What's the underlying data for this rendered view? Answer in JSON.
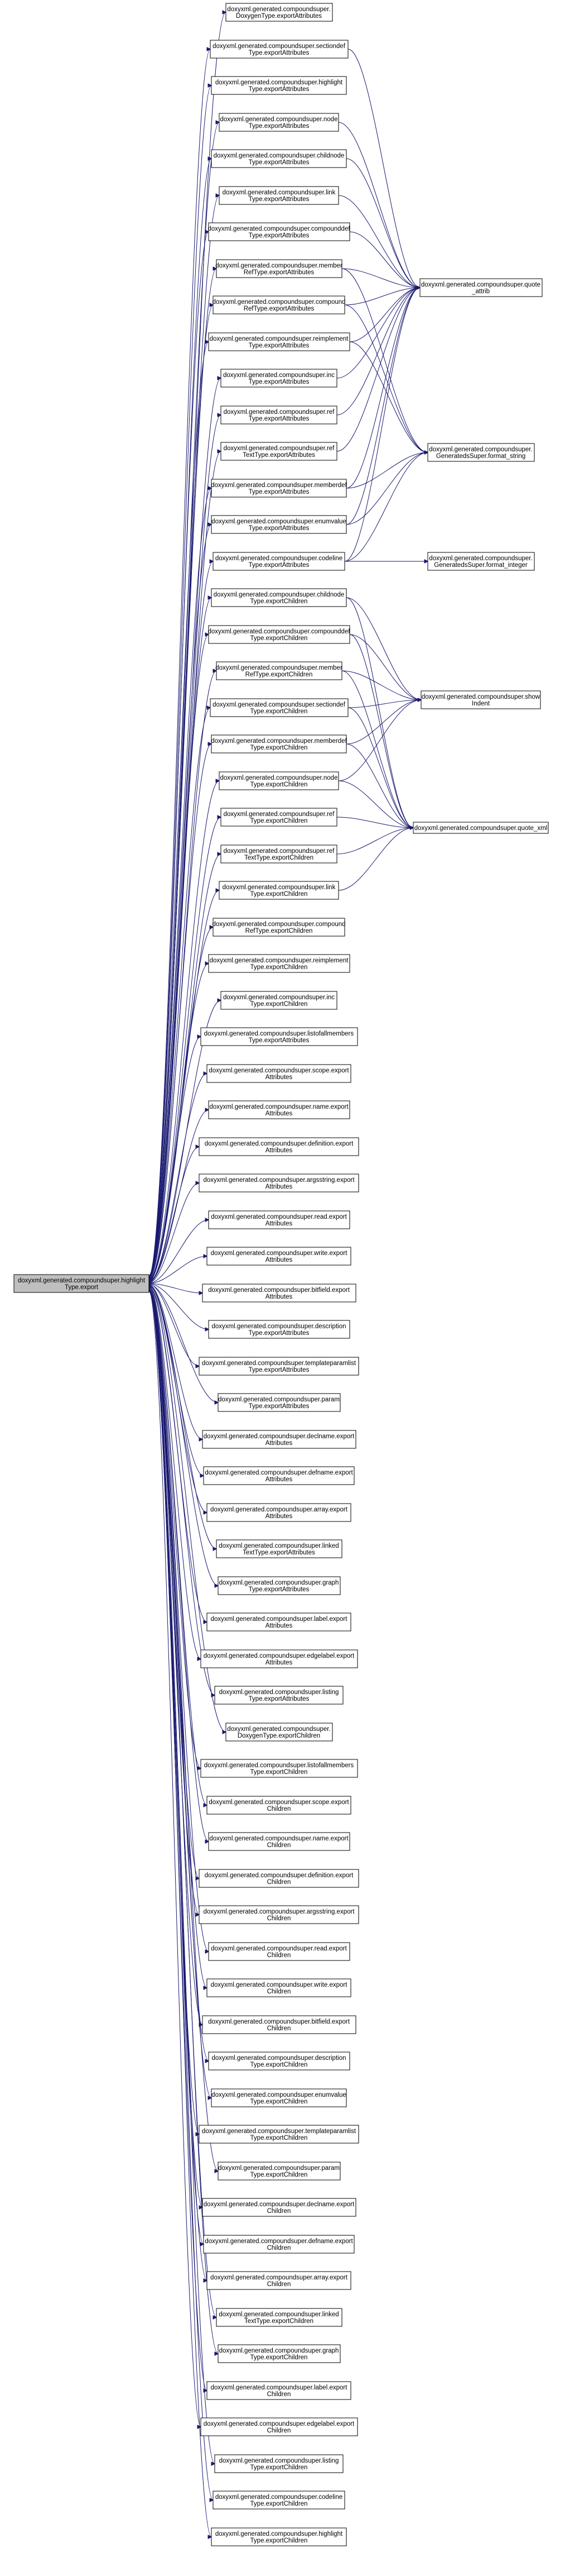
{
  "root": {
    "lines": [
      "doxyxml.generated.compoundsuper.highlight",
      "Type.export"
    ]
  },
  "targets": [
    {
      "lines": [
        "doxyxml.generated.compoundsuper.",
        "DoxygenType.exportAttributes"
      ]
    },
    {
      "lines": [
        "doxyxml.generated.compoundsuper.sectiondef",
        "Type.exportAttributes"
      ]
    },
    {
      "lines": [
        "doxyxml.generated.compoundsuper.highlight",
        "Type.exportAttributes"
      ]
    },
    {
      "lines": [
        "doxyxml.generated.compoundsuper.node",
        "Type.exportAttributes"
      ]
    },
    {
      "lines": [
        "doxyxml.generated.compoundsuper.childnode",
        "Type.exportAttributes"
      ]
    },
    {
      "lines": [
        "doxyxml.generated.compoundsuper.link",
        "Type.exportAttributes"
      ]
    },
    {
      "lines": [
        "doxyxml.generated.compoundsuper.compounddef",
        "Type.exportAttributes"
      ]
    },
    {
      "lines": [
        "doxyxml.generated.compoundsuper.member",
        "RefType.exportAttributes"
      ]
    },
    {
      "lines": [
        "doxyxml.generated.compoundsuper.compound",
        "RefType.exportAttributes"
      ]
    },
    {
      "lines": [
        "doxyxml.generated.compoundsuper.reimplement",
        "Type.exportAttributes"
      ]
    },
    {
      "lines": [
        "doxyxml.generated.compoundsuper.inc",
        "Type.exportAttributes"
      ]
    },
    {
      "lines": [
        "doxyxml.generated.compoundsuper.ref",
        "Type.exportAttributes"
      ]
    },
    {
      "lines": [
        "doxyxml.generated.compoundsuper.ref",
        "TextType.exportAttributes"
      ]
    },
    {
      "lines": [
        "doxyxml.generated.compoundsuper.memberdef",
        "Type.exportAttributes"
      ]
    },
    {
      "lines": [
        "doxyxml.generated.compoundsuper.enumvalue",
        "Type.exportAttributes"
      ]
    },
    {
      "lines": [
        "doxyxml.generated.compoundsuper.codeline",
        "Type.exportAttributes"
      ]
    },
    {
      "lines": [
        "doxyxml.generated.compoundsuper.childnode",
        "Type.exportChildren"
      ]
    },
    {
      "lines": [
        "doxyxml.generated.compoundsuper.compounddef",
        "Type.exportChildren"
      ]
    },
    {
      "lines": [
        "doxyxml.generated.compoundsuper.member",
        "RefType.exportChildren"
      ]
    },
    {
      "lines": [
        "doxyxml.generated.compoundsuper.sectiondef",
        "Type.exportChildren"
      ]
    },
    {
      "lines": [
        "doxyxml.generated.compoundsuper.memberdef",
        "Type.exportChildren"
      ]
    },
    {
      "lines": [
        "doxyxml.generated.compoundsuper.node",
        "Type.exportChildren"
      ]
    },
    {
      "lines": [
        "doxyxml.generated.compoundsuper.ref",
        "Type.exportChildren"
      ]
    },
    {
      "lines": [
        "doxyxml.generated.compoundsuper.ref",
        "TextType.exportChildren"
      ]
    },
    {
      "lines": [
        "doxyxml.generated.compoundsuper.link",
        "Type.exportChildren"
      ]
    },
    {
      "lines": [
        "doxyxml.generated.compoundsuper.compound",
        "RefType.exportChildren"
      ]
    },
    {
      "lines": [
        "doxyxml.generated.compoundsuper.reimplement",
        "Type.exportChildren"
      ]
    },
    {
      "lines": [
        "doxyxml.generated.compoundsuper.inc",
        "Type.exportChildren"
      ]
    },
    {
      "lines": [
        "doxyxml.generated.compoundsuper.listofallmembers",
        "Type.exportAttributes"
      ]
    },
    {
      "lines": [
        "doxyxml.generated.compoundsuper.scope.export",
        "Attributes"
      ]
    },
    {
      "lines": [
        "doxyxml.generated.compoundsuper.name.export",
        "Attributes"
      ]
    },
    {
      "lines": [
        "doxyxml.generated.compoundsuper.definition.export",
        "Attributes"
      ]
    },
    {
      "lines": [
        "doxyxml.generated.compoundsuper.argsstring.export",
        "Attributes"
      ]
    },
    {
      "lines": [
        "doxyxml.generated.compoundsuper.read.export",
        "Attributes"
      ]
    },
    {
      "lines": [
        "doxyxml.generated.compoundsuper.write.export",
        "Attributes"
      ]
    },
    {
      "lines": [
        "doxyxml.generated.compoundsuper.bitfield.export",
        "Attributes"
      ]
    },
    {
      "lines": [
        "doxyxml.generated.compoundsuper.description",
        "Type.exportAttributes"
      ]
    },
    {
      "lines": [
        "doxyxml.generated.compoundsuper.templateparamlist",
        "Type.exportAttributes"
      ]
    },
    {
      "lines": [
        "doxyxml.generated.compoundsuper.param",
        "Type.exportAttributes"
      ]
    },
    {
      "lines": [
        "doxyxml.generated.compoundsuper.declname.export",
        "Attributes"
      ]
    },
    {
      "lines": [
        "doxyxml.generated.compoundsuper.defname.export",
        "Attributes"
      ]
    },
    {
      "lines": [
        "doxyxml.generated.compoundsuper.array.export",
        "Attributes"
      ]
    },
    {
      "lines": [
        "doxyxml.generated.compoundsuper.linked",
        "TextType.exportAttributes"
      ]
    },
    {
      "lines": [
        "doxyxml.generated.compoundsuper.graph",
        "Type.exportAttributes"
      ]
    },
    {
      "lines": [
        "doxyxml.generated.compoundsuper.label.export",
        "Attributes"
      ]
    },
    {
      "lines": [
        "doxyxml.generated.compoundsuper.edgelabel.export",
        "Attributes"
      ]
    },
    {
      "lines": [
        "doxyxml.generated.compoundsuper.listing",
        "Type.exportAttributes"
      ]
    },
    {
      "lines": [
        "doxyxml.generated.compoundsuper.",
        "DoxygenType.exportChildren"
      ]
    },
    {
      "lines": [
        "doxyxml.generated.compoundsuper.listofallmembers",
        "Type.exportChildren"
      ]
    },
    {
      "lines": [
        "doxyxml.generated.compoundsuper.scope.export",
        "Children"
      ]
    },
    {
      "lines": [
        "doxyxml.generated.compoundsuper.name.export",
        "Children"
      ]
    },
    {
      "lines": [
        "doxyxml.generated.compoundsuper.definition.export",
        "Children"
      ]
    },
    {
      "lines": [
        "doxyxml.generated.compoundsuper.argsstring.export",
        "Children"
      ]
    },
    {
      "lines": [
        "doxyxml.generated.compoundsuper.read.export",
        "Children"
      ]
    },
    {
      "lines": [
        "doxyxml.generated.compoundsuper.write.export",
        "Children"
      ]
    },
    {
      "lines": [
        "doxyxml.generated.compoundsuper.bitfield.export",
        "Children"
      ]
    },
    {
      "lines": [
        "doxyxml.generated.compoundsuper.description",
        "Type.exportChildren"
      ]
    },
    {
      "lines": [
        "doxyxml.generated.compoundsuper.enumvalue",
        "Type.exportChildren"
      ]
    },
    {
      "lines": [
        "doxyxml.generated.compoundsuper.templateparamlist",
        "Type.exportChildren"
      ]
    },
    {
      "lines": [
        "doxyxml.generated.compoundsuper.param",
        "Type.exportChildren"
      ]
    },
    {
      "lines": [
        "doxyxml.generated.compoundsuper.declname.export",
        "Children"
      ]
    },
    {
      "lines": [
        "doxyxml.generated.compoundsuper.defname.export",
        "Children"
      ]
    },
    {
      "lines": [
        "doxyxml.generated.compoundsuper.array.export",
        "Children"
      ]
    },
    {
      "lines": [
        "doxyxml.generated.compoundsuper.linked",
        "TextType.exportChildren"
      ]
    },
    {
      "lines": [
        "doxyxml.generated.compoundsuper.graph",
        "Type.exportChildren"
      ]
    },
    {
      "lines": [
        "doxyxml.generated.compoundsuper.label.export",
        "Children"
      ]
    },
    {
      "lines": [
        "doxyxml.generated.compoundsuper.edgelabel.export",
        "Children"
      ]
    },
    {
      "lines": [
        "doxyxml.generated.compoundsuper.listing",
        "Type.exportChildren"
      ]
    },
    {
      "lines": [
        "doxyxml.generated.compoundsuper.codeline",
        "Type.exportChildren"
      ]
    },
    {
      "lines": [
        "doxyxml.generated.compoundsuper.highlight",
        "Type.exportChildren"
      ]
    }
  ],
  "helpers": [
    {
      "key": "quote_attrib",
      "lines": [
        "doxyxml.generated.compoundsuper.quote",
        "_attrib"
      ]
    },
    {
      "key": "format_string",
      "lines": [
        "doxyxml.generated.compoundsuper.",
        "GeneratedsSuper.format_string"
      ]
    },
    {
      "key": "format_integer",
      "lines": [
        "doxyxml.generated.compoundsuper.",
        "GeneratedsSuper.format_integer"
      ]
    },
    {
      "key": "showIndent",
      "lines": [
        "doxyxml.generated.compoundsuper.show",
        "Indent"
      ]
    },
    {
      "key": "quote_xml",
      "lines": [
        "doxyxml.generated.compoundsuper.quote_xml"
      ]
    }
  ],
  "helper_edges": [
    [
      1,
      "quote_attrib"
    ],
    [
      3,
      "quote_attrib"
    ],
    [
      4,
      "quote_attrib"
    ],
    [
      5,
      "quote_attrib"
    ],
    [
      6,
      "quote_attrib"
    ],
    [
      7,
      "quote_attrib"
    ],
    [
      8,
      "quote_attrib"
    ],
    [
      9,
      "quote_attrib"
    ],
    [
      10,
      "quote_attrib"
    ],
    [
      11,
      "quote_attrib"
    ],
    [
      12,
      "quote_attrib"
    ],
    [
      13,
      "quote_attrib"
    ],
    [
      14,
      "quote_attrib"
    ],
    [
      15,
      "quote_attrib"
    ],
    [
      7,
      "format_string"
    ],
    [
      8,
      "format_string"
    ],
    [
      9,
      "format_string"
    ],
    [
      13,
      "format_string"
    ],
    [
      14,
      "format_string"
    ],
    [
      15,
      "format_string"
    ],
    [
      15,
      "format_integer"
    ],
    [
      16,
      "showIndent"
    ],
    [
      17,
      "showIndent"
    ],
    [
      18,
      "showIndent"
    ],
    [
      19,
      "showIndent"
    ],
    [
      20,
      "showIndent"
    ],
    [
      21,
      "showIndent"
    ],
    [
      16,
      "quote_xml"
    ],
    [
      17,
      "quote_xml"
    ],
    [
      18,
      "quote_xml"
    ],
    [
      19,
      "quote_xml"
    ],
    [
      20,
      "quote_xml"
    ],
    [
      21,
      "quote_xml"
    ],
    [
      22,
      "quote_xml"
    ],
    [
      23,
      "quote_xml"
    ],
    [
      24,
      "quote_xml"
    ]
  ]
}
